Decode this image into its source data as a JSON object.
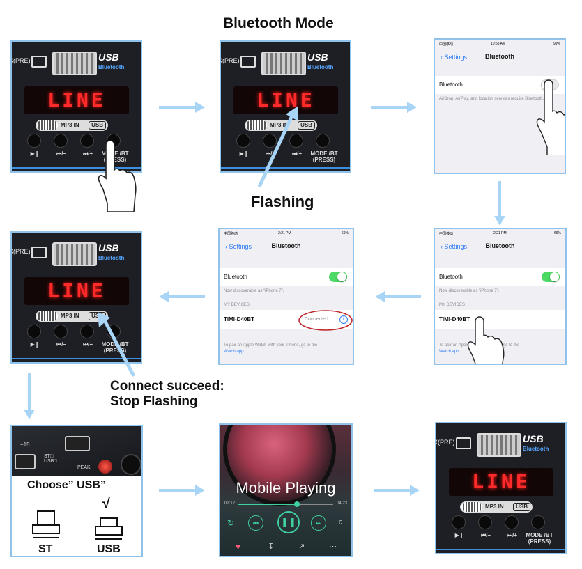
{
  "labels": {
    "bluetooth_mode": "Bluetooth Mode",
    "flashing": "Flashing",
    "connect_line1": "Connect succeed:",
    "connect_line2": "Stop Flashing"
  },
  "device_panel": {
    "pc_label": "X(PRE)",
    "usb_brand": "USB",
    "bt_brand": "Bluetooth",
    "display": "LINE",
    "switch_left": "MP3 IN",
    "switch_right": "USB",
    "buttons": [
      "▶❙",
      "⏮/–",
      "⏭/+",
      "MODE /BT (PRESS)"
    ]
  },
  "phone_top": {
    "carrier": "中国移动",
    "time": "10:55 AM",
    "battery": "99%",
    "back": "Settings",
    "title": "Bluetooth",
    "row_label": "Bluetooth",
    "note": "AirDrop, AirPlay, and location services require Bluetooth."
  },
  "phone_connected": {
    "carrier": "中国移动",
    "time": "2:21 PM",
    "battery": "66%",
    "back": "Settings",
    "title": "Bluetooth",
    "row_label": "Bluetooth",
    "discoverable": "Now discoverable as “iPhone 7”.",
    "my_devices": "MY DEVICES",
    "device_name": "TIMI-D40BT",
    "status": "Connected",
    "footer": "To pair an Apple Watch with your iPhone, go to the",
    "footer_link": "Watch app."
  },
  "phone_pairing": {
    "carrier": "中国移动",
    "time": "2:21 PM",
    "battery": "66%",
    "back": "Settings",
    "title": "Bluetooth",
    "row_label": "Bluetooth",
    "discoverable": "Now discoverable as “iPhone 7”.",
    "my_devices": "MY DEVICES",
    "device_name": "TIMI-D40BT",
    "footer": "To pair an Apple ...th your iPhone, go to the",
    "footer_link": "Watch app."
  },
  "mixer_panel": {
    "choose": "Choose” USB”",
    "check": "√",
    "st_label": "ST",
    "usb_label": "USB",
    "peak": "PEAK",
    "st_usb_small": "ST□ USB□",
    "db_label": "+15"
  },
  "player_panel": {
    "title": "Mobile Playing",
    "time_start": "02:12",
    "time_end": "04:23",
    "progress": 0.62
  },
  "colors": {
    "arrow": "#a8d4f5",
    "panel_border": "#8fc3ec",
    "toggle_on": "#4cd964",
    "connected_circle": "#c0282d",
    "ios_blue": "#2f7cf6"
  }
}
